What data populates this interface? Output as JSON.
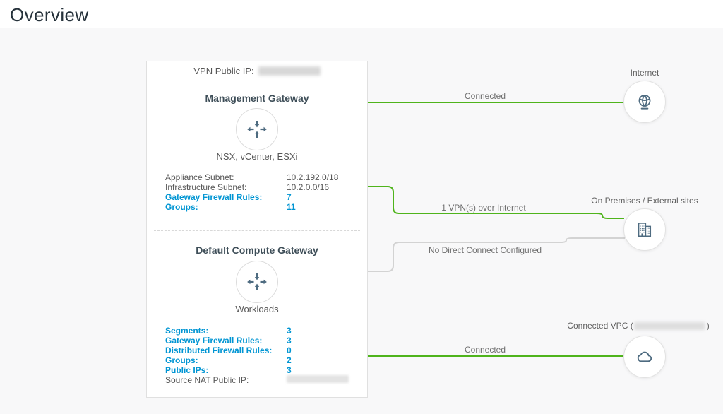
{
  "page": {
    "title": "Overview"
  },
  "card": {
    "header": {
      "label": "VPN Public IP:",
      "value_redacted": true
    },
    "mgw": {
      "title": "Management Gateway",
      "subtitle": "NSX, vCenter, ESXi",
      "icon": "gateway-arrows-icon",
      "rows": [
        {
          "label": "Appliance Subnet:",
          "value": "10.2.192.0/18",
          "link": false
        },
        {
          "label": "Infrastructure Subnet:",
          "value": "10.2.0.0/16",
          "link": false
        },
        {
          "label": "Gateway Firewall Rules:",
          "value": "7",
          "link": true
        },
        {
          "label": "Groups:",
          "value": "11",
          "link": true
        }
      ]
    },
    "cgw": {
      "title": "Default Compute Gateway",
      "subtitle": "Workloads",
      "icon": "gateway-arrows-icon",
      "rows": [
        {
          "label": "Segments:",
          "value": "3",
          "link": true
        },
        {
          "label": "Gateway Firewall Rules:",
          "value": "3",
          "link": true
        },
        {
          "label": "Distributed Firewall Rules:",
          "value": "0",
          "link": true
        },
        {
          "label": "Groups:",
          "value": "2",
          "link": true
        },
        {
          "label": "Public IPs:",
          "value": "3",
          "link": true
        },
        {
          "label": "Source NAT Public IP:",
          "value": "",
          "link": false,
          "value_redacted": true
        }
      ]
    }
  },
  "nodes": {
    "internet": {
      "label": "Internet",
      "icon": "globe-icon"
    },
    "onprem": {
      "label": "On Premises / External sites",
      "icon": "buildings-icon"
    },
    "vpc": {
      "label_prefix": "Connected VPC (",
      "label_suffix": ")",
      "value_redacted": true,
      "icon": "cloud-icon"
    }
  },
  "connections": {
    "internet": {
      "label": "Connected",
      "status": "connected"
    },
    "vpn": {
      "label": "1 VPN(s) over Internet",
      "status": "connected"
    },
    "direct_connect": {
      "label": "No Direct Connect Configured",
      "status": "not-configured"
    },
    "vpc": {
      "label": "Connected",
      "status": "connected"
    }
  },
  "colors": {
    "connected_green": "#4fb41c",
    "not_configured_gray": "#d3d3d3",
    "link_blue": "#0095d3",
    "icon_slate": "#4e6b80",
    "canvas_bg": "#f8f8f9"
  }
}
